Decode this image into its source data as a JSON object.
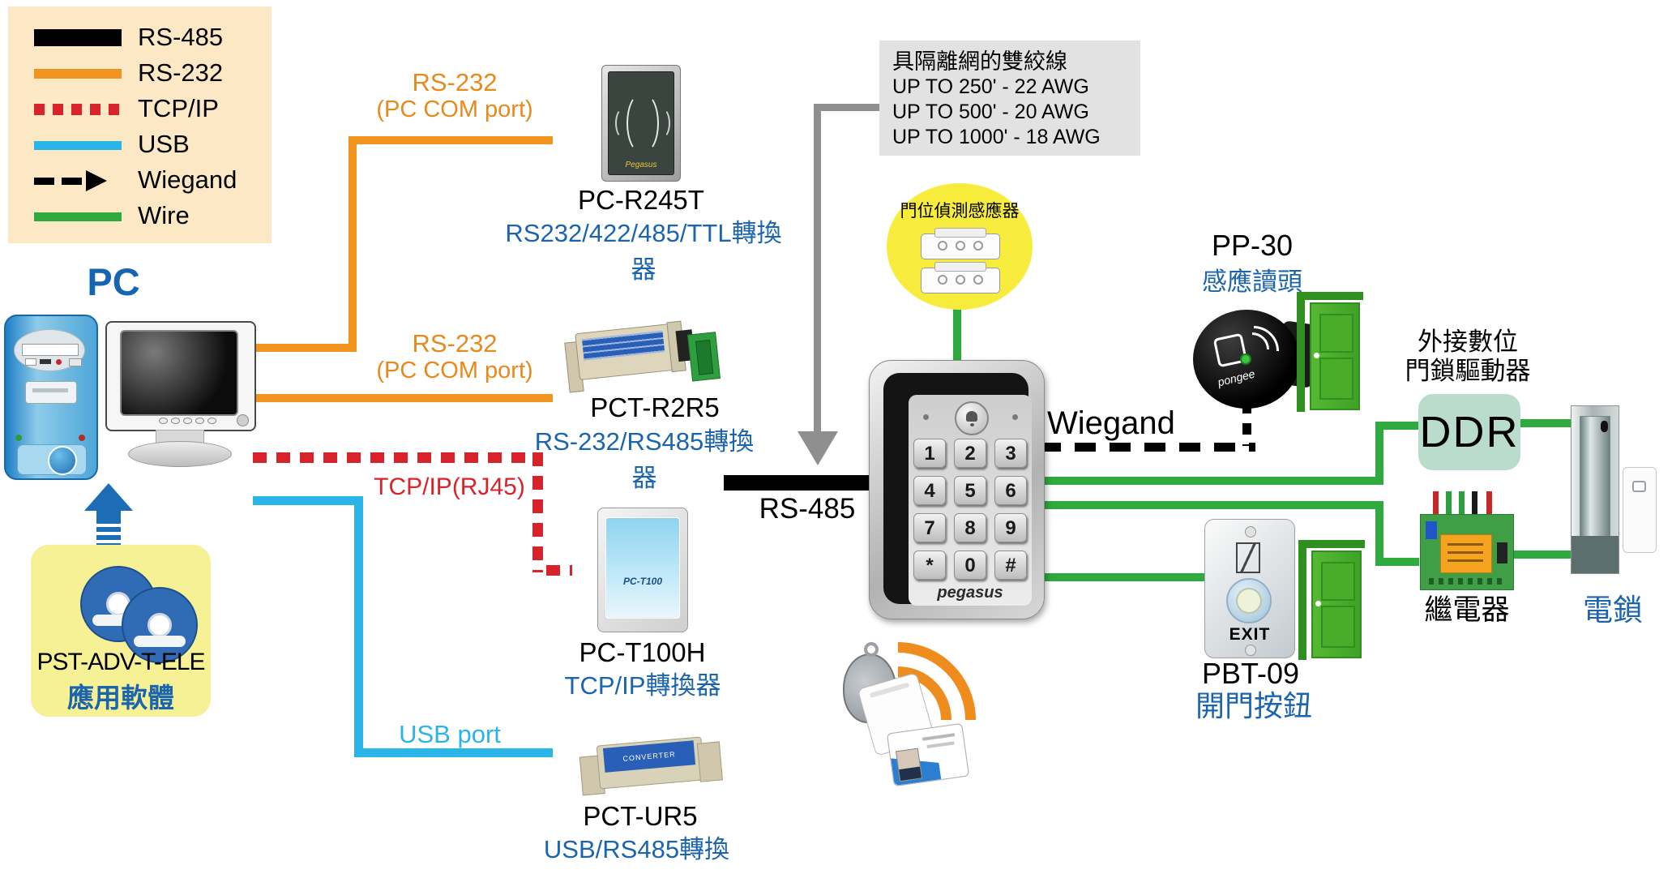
{
  "colors": {
    "rs485": "#000000",
    "rs232": "#f0931f",
    "tcpip": "#d8232a",
    "usb": "#2ab5e8",
    "wire": "#2faa3e",
    "label_blue": "#1b64ae",
    "legend_bg": "#fce8c5",
    "note_bg": "#e2e2e2",
    "software_bg": "#f5f194",
    "sensor_ellipse_bg": "#f7ec3c",
    "ddr_bg": "#b9dccd"
  },
  "legend": {
    "items": [
      {
        "label": "RS-485",
        "type": "rs485-line"
      },
      {
        "label": "RS-232",
        "type": "rs232-line"
      },
      {
        "label": "TCP/IP",
        "type": "tcpip-dotted-line"
      },
      {
        "label": "USB",
        "type": "usb-line"
      },
      {
        "label": "Wiegand",
        "type": "wiegand-dashed-arrow"
      },
      {
        "label": "Wire",
        "type": "wire-line"
      }
    ]
  },
  "cable_note": {
    "title": "具隔離網的雙絞線",
    "lines": [
      "UP TO 250' - 22 AWG",
      "UP TO 500' - 20 AWG",
      "UP TO 1000' - 18 AWG"
    ]
  },
  "pc": {
    "label": "PC"
  },
  "links": {
    "rs232_top": {
      "line1": "RS-232",
      "line2": "(PC COM port)"
    },
    "rs232_mid": {
      "line1": "RS-232",
      "line2": "(PC COM port)"
    },
    "tcpip": "TCP/IP(RJ45)",
    "usb": "USB port",
    "rs485": "RS-485",
    "wiegand": "Wiegand"
  },
  "devices": {
    "pc_r245t": {
      "model": "PC-R245T",
      "desc": "RS232/422/485/TTL轉換器",
      "brand": "Pegasus"
    },
    "pct_r2r5": {
      "model": "PCT-R2R5",
      "desc": "RS-232/RS485轉換器"
    },
    "pc_t100h": {
      "model": "PC-T100H",
      "desc": "TCP/IP轉換器",
      "face_label": "PC-T100"
    },
    "pct_ur5": {
      "model": "PCT-UR5",
      "desc": "USB/RS485轉換器",
      "face_label": "CONVERTER"
    },
    "keypad": {
      "brand": "pegasus",
      "keys": [
        "1",
        "2",
        "3",
        "4",
        "5",
        "6",
        "7",
        "8",
        "9",
        "*",
        "0",
        "#"
      ]
    },
    "door_sensor": {
      "label": "門位偵測感應器"
    },
    "reader": {
      "model": "PP-30",
      "desc": "感應讀頭",
      "brand": "pongee"
    },
    "ddr": {
      "title_line1": "外接數位",
      "title_line2": "門鎖驅動器",
      "label": "DDR"
    },
    "relay": {
      "label": "繼電器"
    },
    "lock": {
      "label": "電鎖"
    },
    "exit_button": {
      "model": "PBT-09",
      "desc": "開門按鈕",
      "button_label": "EXIT"
    },
    "software": {
      "model": "PST-ADV-T-ELE",
      "name": "應用軟體"
    }
  }
}
